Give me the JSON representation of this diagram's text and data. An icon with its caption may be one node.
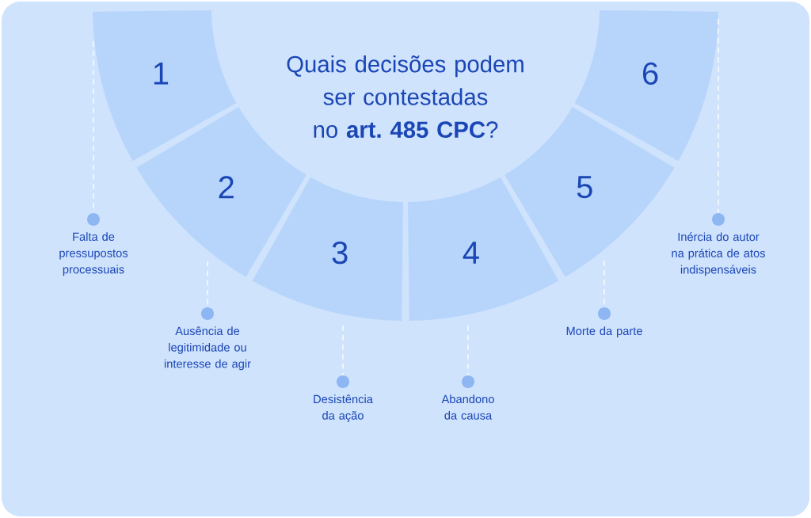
{
  "diagram": {
    "title": "Quais decisões podem ser contestadas no **art. 485 CPC**?",
    "nodes": [
      {
        "text": [
          "1"
        ]
      },
      {
        "text": [
          "2"
        ]
      },
      {
        "text": [
          "3"
        ]
      },
      {
        "text": [
          "4"
        ]
      },
      {
        "text": [
          "5"
        ]
      },
      {
        "text": [
          "6"
        ]
      },
      {
        "text": [],
        "shape": "circle",
        "beside": [
          "Falta de pressupostos processuais"
        ]
      },
      {
        "text": [],
        "shape": "circle",
        "beside": [
          "Ausência de legitimidade ou interesse de agir"
        ]
      },
      {
        "text": [],
        "shape": "circle",
        "beside": [
          "Desistência da ação"
        ]
      },
      {
        "text": [],
        "shape": "circle",
        "beside": [
          "Abandono da causa"
        ]
      },
      {
        "text": [],
        "shape": "circle",
        "beside": [
          "Morte da parte"
        ]
      },
      {
        "text": [],
        "shape": "circle",
        "beside": [
          "Inércia do autor na prática de atos indispensáveis"
        ]
      }
    ],
    "edges": [
      {
        "from": 0,
        "to": 6,
        "arrow": "none",
        "style": "dashed"
      },
      {
        "from": 1,
        "to": 7,
        "arrow": "none",
        "style": "dashed"
      },
      {
        "from": 2,
        "to": 8,
        "arrow": "none",
        "style": "dashed"
      },
      {
        "from": 3,
        "to": 9,
        "arrow": "none",
        "style": "dashed"
      },
      {
        "from": 4,
        "to": 10,
        "arrow": "none",
        "style": "dashed"
      },
      {
        "from": 5,
        "to": 11,
        "arrow": "none",
        "style": "dashed"
      }
    ]
  }
}
